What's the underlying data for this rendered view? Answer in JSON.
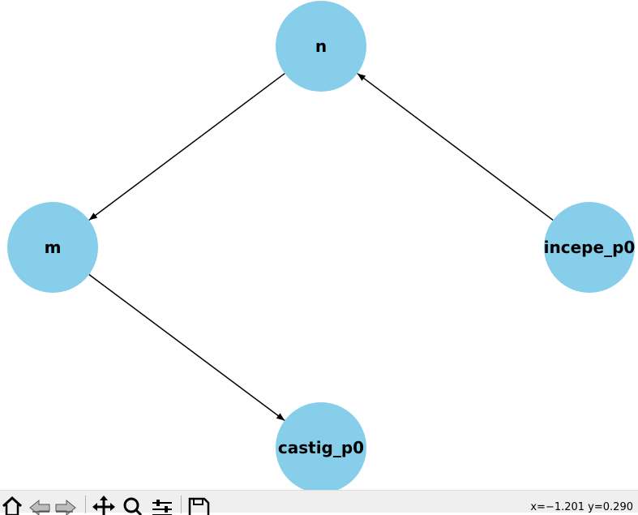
{
  "graph": {
    "nodes": [
      {
        "id": "n",
        "label": "n"
      },
      {
        "id": "m",
        "label": "m"
      },
      {
        "id": "incepe_p0",
        "label": "incepe_p0"
      },
      {
        "id": "castig_p0",
        "label": "castig_p0"
      }
    ],
    "edges": [
      {
        "from": "n",
        "to": "m"
      },
      {
        "from": "incepe_p0",
        "to": "n"
      },
      {
        "from": "m",
        "to": "castig_p0"
      }
    ],
    "node_color": "#87ceeb",
    "edge_color": "#000000"
  },
  "toolbar": {
    "buttons": [
      {
        "name": "home-button",
        "icon": "home-icon"
      },
      {
        "name": "back-button",
        "icon": "back-arrow-icon"
      },
      {
        "name": "forward-button",
        "icon": "forward-arrow-icon"
      },
      {
        "name": "pan-button",
        "icon": "move-icon"
      },
      {
        "name": "zoom-button",
        "icon": "zoom-icon"
      },
      {
        "name": "configure-subplots-button",
        "icon": "sliders-icon"
      },
      {
        "name": "save-button",
        "icon": "save-icon"
      }
    ],
    "coords": "x=−1.201 y=0.290"
  }
}
